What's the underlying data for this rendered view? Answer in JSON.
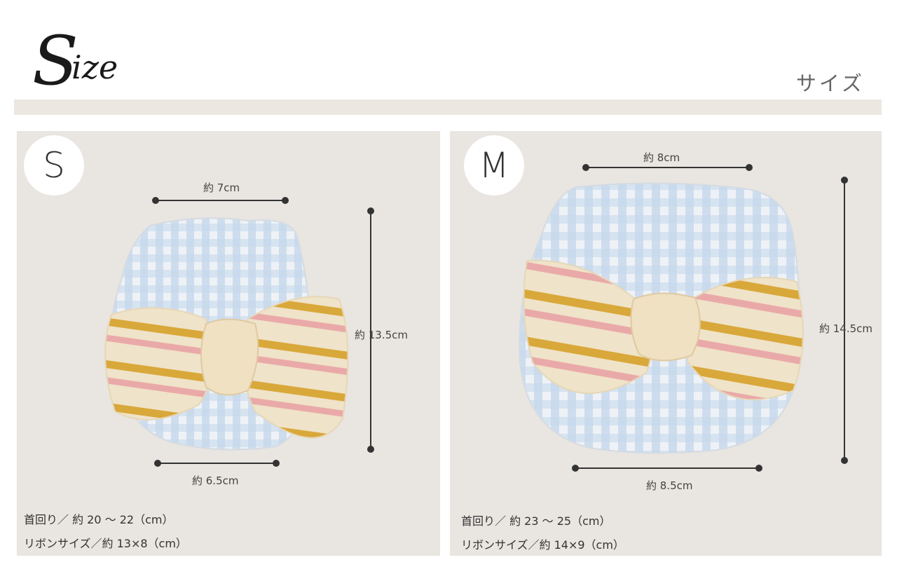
{
  "header": {
    "script_title": "Size",
    "subtitle": "サイズ"
  },
  "sizes": [
    {
      "badge": "S",
      "top_width": "約 7cm",
      "bottom_width": "約 6.5cm",
      "height": "約 13.5cm",
      "neck": "首回り／ 約 20 〜 22（cm）",
      "ribbon": "リボンサイズ／約 13×8（cm）"
    },
    {
      "badge": "M",
      "top_width": "約 8cm",
      "bottom_width": "約 8.5cm",
      "height": "約 14.5cm",
      "neck": "首回り／ 約 23 〜 25（cm）",
      "ribbon": "リボンサイズ／約 14×9（cm）"
    }
  ],
  "colors": {
    "panel_bg": "#e9e5e0",
    "band_bg": "#ece7e1",
    "gingham_blue": "#b9cfe6",
    "ribbon_cream": "#efe3c9",
    "stripe_yellow": "#d9a83a",
    "stripe_pink": "#eaa9a9",
    "line": "#333333"
  }
}
